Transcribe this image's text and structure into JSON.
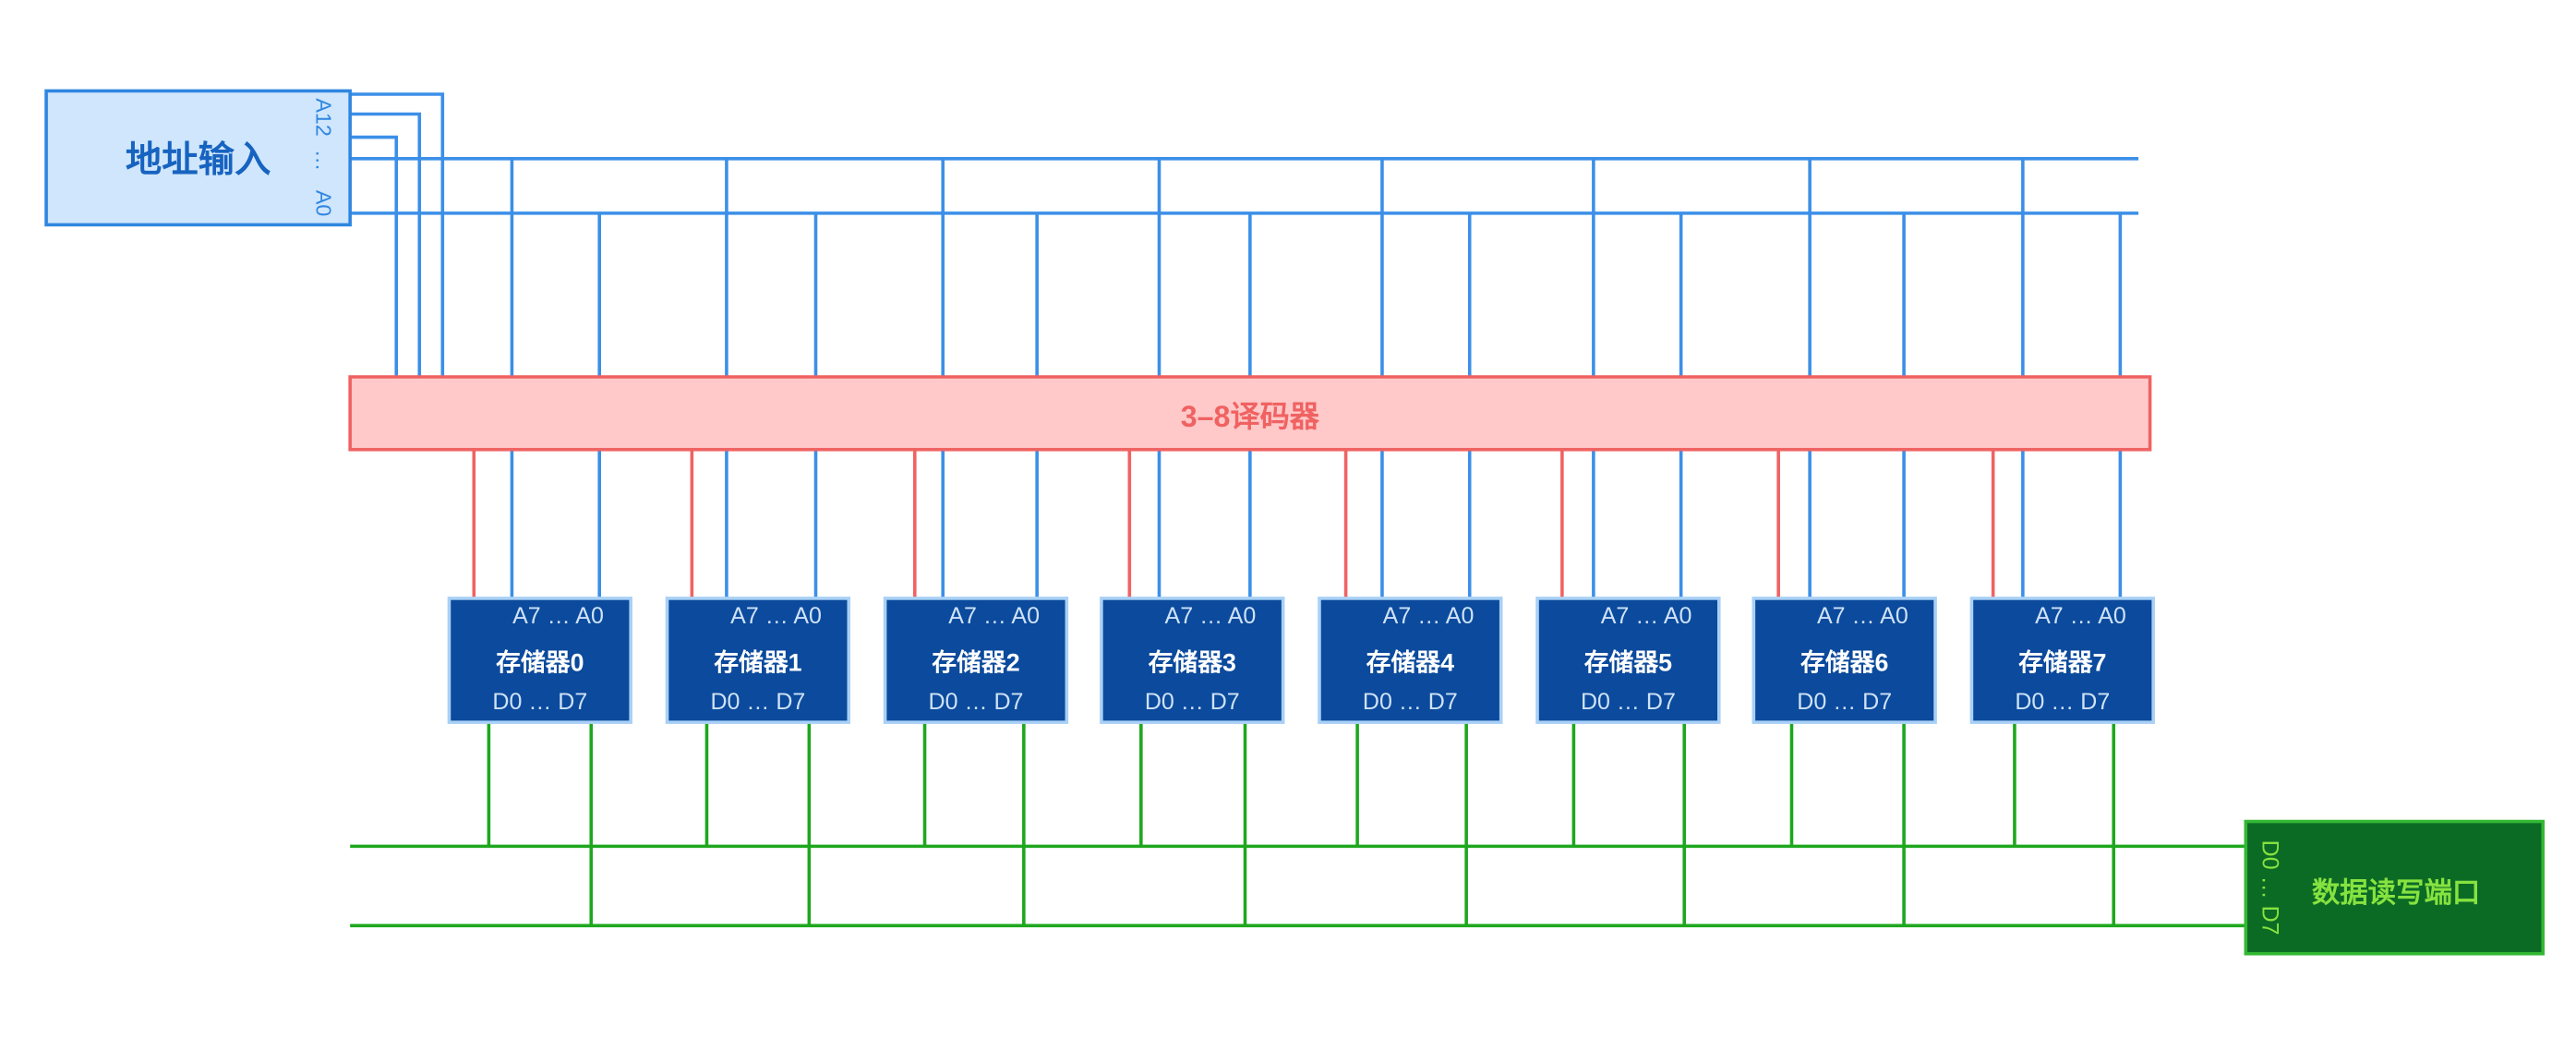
{
  "address_input": {
    "label": "地址输入",
    "pins": [
      "A12",
      "…",
      "A0"
    ]
  },
  "decoder": {
    "label": "3–8译码器"
  },
  "memories": [
    {
      "label": "存储器0",
      "address_pins": "A7 … A0",
      "data_pins": "D0 … D7"
    },
    {
      "label": "存储器1",
      "address_pins": "A7 … A0",
      "data_pins": "D0 … D7"
    },
    {
      "label": "存储器2",
      "address_pins": "A7 … A0",
      "data_pins": "D0 … D7"
    },
    {
      "label": "存储器3",
      "address_pins": "A7 … A0",
      "data_pins": "D0 … D7"
    },
    {
      "label": "存储器4",
      "address_pins": "A7 … A0",
      "data_pins": "D0 … D7"
    },
    {
      "label": "存储器5",
      "address_pins": "A7 … A0",
      "data_pins": "D0 … D7"
    },
    {
      "label": "存储器6",
      "address_pins": "A7 … A0",
      "data_pins": "D0 … D7"
    },
    {
      "label": "存储器7",
      "address_pins": "A7 … A0",
      "data_pins": "D0 … D7"
    }
  ],
  "data_port": {
    "label": "数据读写端口",
    "pins": "D0 … D7"
  },
  "colors": {
    "address_wire": "#3b8fe8",
    "address_fill": "#cfe6fc",
    "address_stroke": "#2f86e0",
    "address_text": "#1763c0",
    "decoder_fill": "#ffc9c9",
    "decoder_stroke": "#f06262",
    "decoder_text": "#f06262",
    "select_wire": "#f06262",
    "chip_fill": "#0b4a9c",
    "chip_stroke": "#a9d0f6",
    "chip_text": "#ffffff",
    "chip_pin_text": "#cfe2f7",
    "data_wire": "#1ea71e",
    "port_fill": "#0b6b25",
    "port_stroke": "#33b833",
    "port_text": "#86e23f"
  }
}
